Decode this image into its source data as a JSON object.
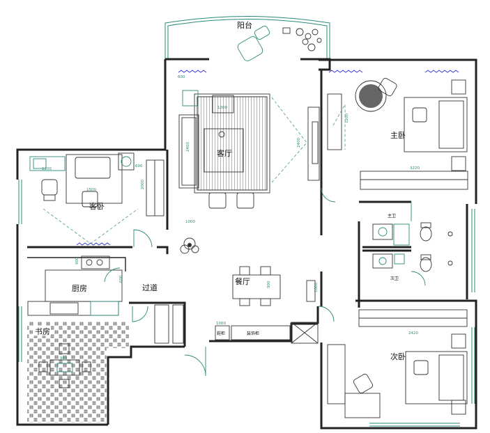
{
  "rooms": {
    "balcony": "阳台",
    "living_room": "客厅",
    "master_bedroom": "主卧",
    "guest_room": "客卧",
    "master_bath": "主卫",
    "second_bath": "次卫",
    "dining_room": "餐厅",
    "kitchen": "厨房",
    "corridor": "过道",
    "study": "书房",
    "second_bedroom": "次卧"
  },
  "dimensions": {
    "living_sofa_len": "2400",
    "living_tv_wall": "2400",
    "living_table": "1200",
    "master_closet": "3220",
    "master_bed_side": "1200",
    "guest_desk": "1200",
    "guest_wall": "2000",
    "guest_bed": "1500",
    "guest_closet": "600",
    "corridor_cabinet": "1000",
    "dining_table": "900",
    "kitchen_counter": "900",
    "kitchen_sink": "600",
    "study_table": "900",
    "second_closet": "2420",
    "second_cabinet": "1000",
    "hall_cabinet": "1000",
    "master_wardrobe": "600"
  },
  "tags": {
    "shoe_cabinet": "鞋柜",
    "hall_cabinet": "装饰柜"
  },
  "colors": {
    "wall": "#222222",
    "window_glass": "#2a8a7a",
    "curtain": "#3b3bd6",
    "floor_hatch": "#9c9c9c"
  }
}
